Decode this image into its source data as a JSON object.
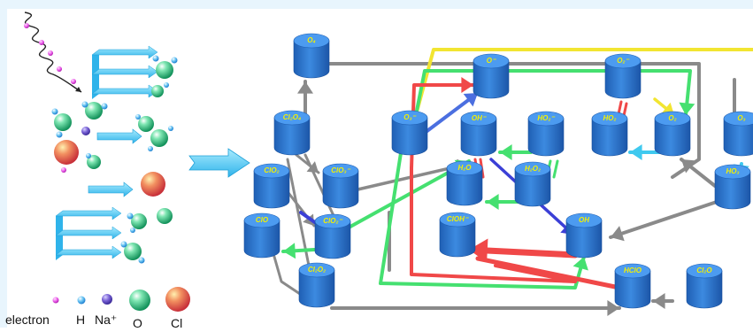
{
  "legend": [
    {
      "key": "electron",
      "label": "electron"
    },
    {
      "key": "h",
      "label": "H"
    },
    {
      "key": "na",
      "label": "Na⁺"
    },
    {
      "key": "o",
      "label": "O"
    },
    {
      "key": "cl",
      "label": "Cl"
    }
  ],
  "nodes": {
    "O4": "O₄",
    "Cl2O4": "Cl₂O₄",
    "ClO2": "ClO₂",
    "ClO3m": "ClO₃⁻",
    "ClO": "ClO",
    "ClO2m": "ClO₂⁻",
    "Cl2O2": "Cl₂O₂",
    "O3m": "O₃⁻",
    "Om": "O⁻",
    "OHm": "OH⁻",
    "HO2m": "HO₂⁻",
    "H2O": "H₂O",
    "H2O2": "H₂O₂",
    "ClOHm": "ClOH⁻",
    "OH": "OH",
    "HClO": "HClO",
    "Cl2O": "Cl₂O",
    "O2m": "O₂⁻",
    "HO2": "HO₂",
    "O2": "O₂",
    "O3": "O₃",
    "HO3": "HO₃"
  },
  "colors": {
    "background": "#ffffff",
    "frame": "#e8f5fd",
    "node": "#2f79d2",
    "label": "#f4f000",
    "gray": "#8a8a8a",
    "yellow": "#f2e531",
    "green": "#45e070",
    "red": "#f04848",
    "blue": "#4b6fe0",
    "indigo": "#3b3fd6",
    "cyan": "#3fc9ef",
    "arrow3d": "#36b9f0",
    "electron": "#e84ee6",
    "hydrogen": "#3aa6ea",
    "sodium": "#6a4fc8",
    "oxygen": "#2db97a",
    "chlorine": "#e0605a"
  }
}
